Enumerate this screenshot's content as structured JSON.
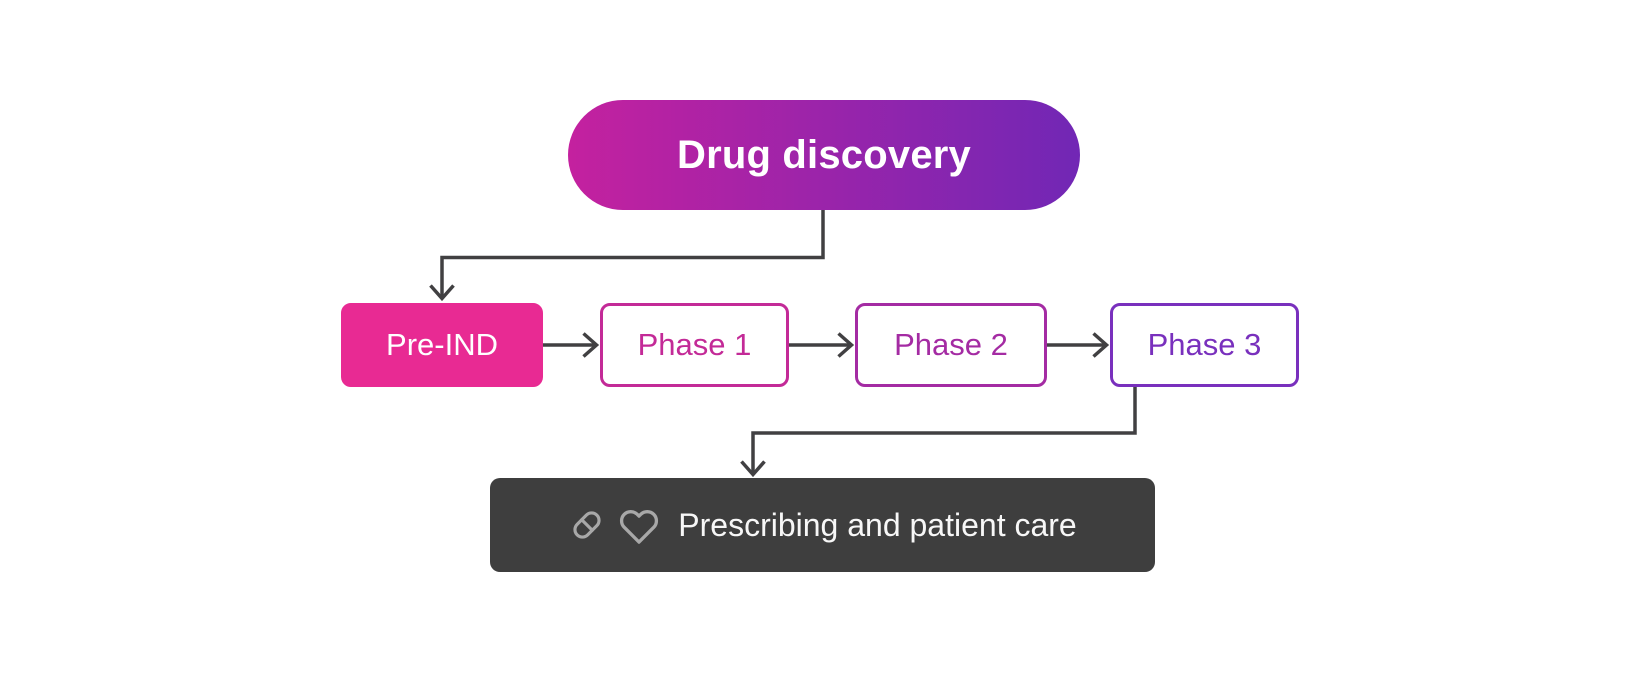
{
  "page": {
    "background": "#ffffff"
  },
  "flowchart": {
    "title_node": {
      "label": "Drug discovery",
      "gradient_start": "#c4219f",
      "gradient_end": "#7127b5",
      "text_color": "#ffffff"
    },
    "stage_nodes": [
      {
        "id": "pre-ind",
        "label": "Pre-IND",
        "fill": "#e82a93",
        "border": "#e82a93",
        "text_color": "#ffffff"
      },
      {
        "id": "phase-1",
        "label": "Phase 1",
        "fill": "#ffffff",
        "border": "#c32a97",
        "text_color": "#c32a97"
      },
      {
        "id": "phase-2",
        "label": "Phase 2",
        "fill": "#ffffff",
        "border": "#a42ba3",
        "text_color": "#a42ba3"
      },
      {
        "id": "phase-3",
        "label": "Phase 3",
        "fill": "#ffffff",
        "border": "#7930bd",
        "text_color": "#7930bd"
      }
    ],
    "end_node": {
      "label": "Prescribing and patient care",
      "fill": "#3e3e3e",
      "text_color": "#f7f7f7",
      "icons": [
        "pill-icon",
        "heart-icon"
      ],
      "icon_color": "#a8a8a8"
    },
    "connectors": {
      "color": "#414042"
    }
  }
}
